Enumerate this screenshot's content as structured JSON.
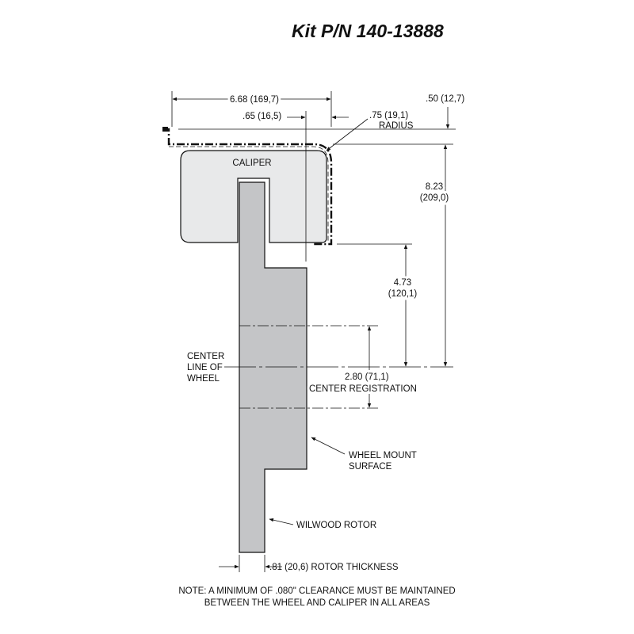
{
  "title": "Kit P/N 140-13888",
  "labels": {
    "caliper": "CALIPER",
    "center_line_1": "CENTER",
    "center_line_2": "LINE OF",
    "center_line_3": "WHEEL",
    "wheel_mount_1": "WHEEL MOUNT",
    "wheel_mount_2": "SURFACE",
    "rotor": "WILWOOD ROTOR",
    "radius_label": "RADIUS"
  },
  "dimensions": {
    "overall_width": "6.68 (169,7)",
    "caliper_offset": ".65 (16,5)",
    "clearance_top": ".50 (12,7)",
    "radius": ".75 (19,1)",
    "height_total_1": "8.23",
    "height_total_2": "(209,0)",
    "height_mount_1": "4.73",
    "height_mount_2": "(120,1)",
    "center_registration_1": "2.80 (71,1)",
    "center_registration_2": "CENTER REGISTRATION",
    "rotor_thickness": ".81 (20,6) ROTOR THICKNESS"
  },
  "note": {
    "line1": "NOTE: A MINIMUM OF .080\" CLEARANCE MUST BE MAINTAINED",
    "line2": "BETWEEN THE WHEEL AND CALIPER IN ALL AREAS"
  },
  "colors": {
    "caliper_fill": "#e8e9ea",
    "rotor_fill": "#c4c5c7",
    "line": "#111111"
  }
}
